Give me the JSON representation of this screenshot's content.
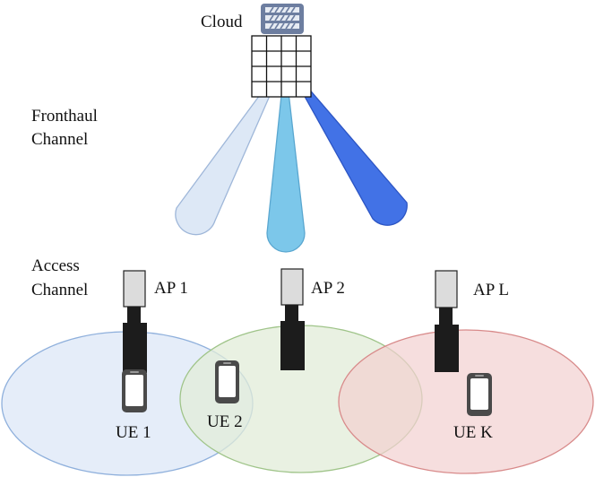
{
  "labels": {
    "cloud": "Cloud",
    "fronthaul_line1": "Fronthaul",
    "fronthaul_line2": "Channel",
    "access_line1": "Access",
    "access_line2": "Channel",
    "ap1": "AP 1",
    "ap2": "AP 2",
    "apl": "AP L",
    "ue1": "UE 1",
    "ue2": "UE 2",
    "uek": "UE K"
  },
  "colors": {
    "cell_ap1": "#dfe9f7",
    "cell_ap2": "#e2ecd8",
    "cell_apl": "#f2d0d0",
    "beam_1": "#dde8f6",
    "beam_2": "#7cc7ea",
    "beam_3": "#4272e6",
    "antenna_body": "#1c1c1c",
    "antenna_head": "#dcdcdc"
  },
  "icons": {
    "server": "server-rack-icon",
    "processor": "grid-processor-icon",
    "access_point": "antenna-icon",
    "user_equipment": "smartphone-icon"
  }
}
